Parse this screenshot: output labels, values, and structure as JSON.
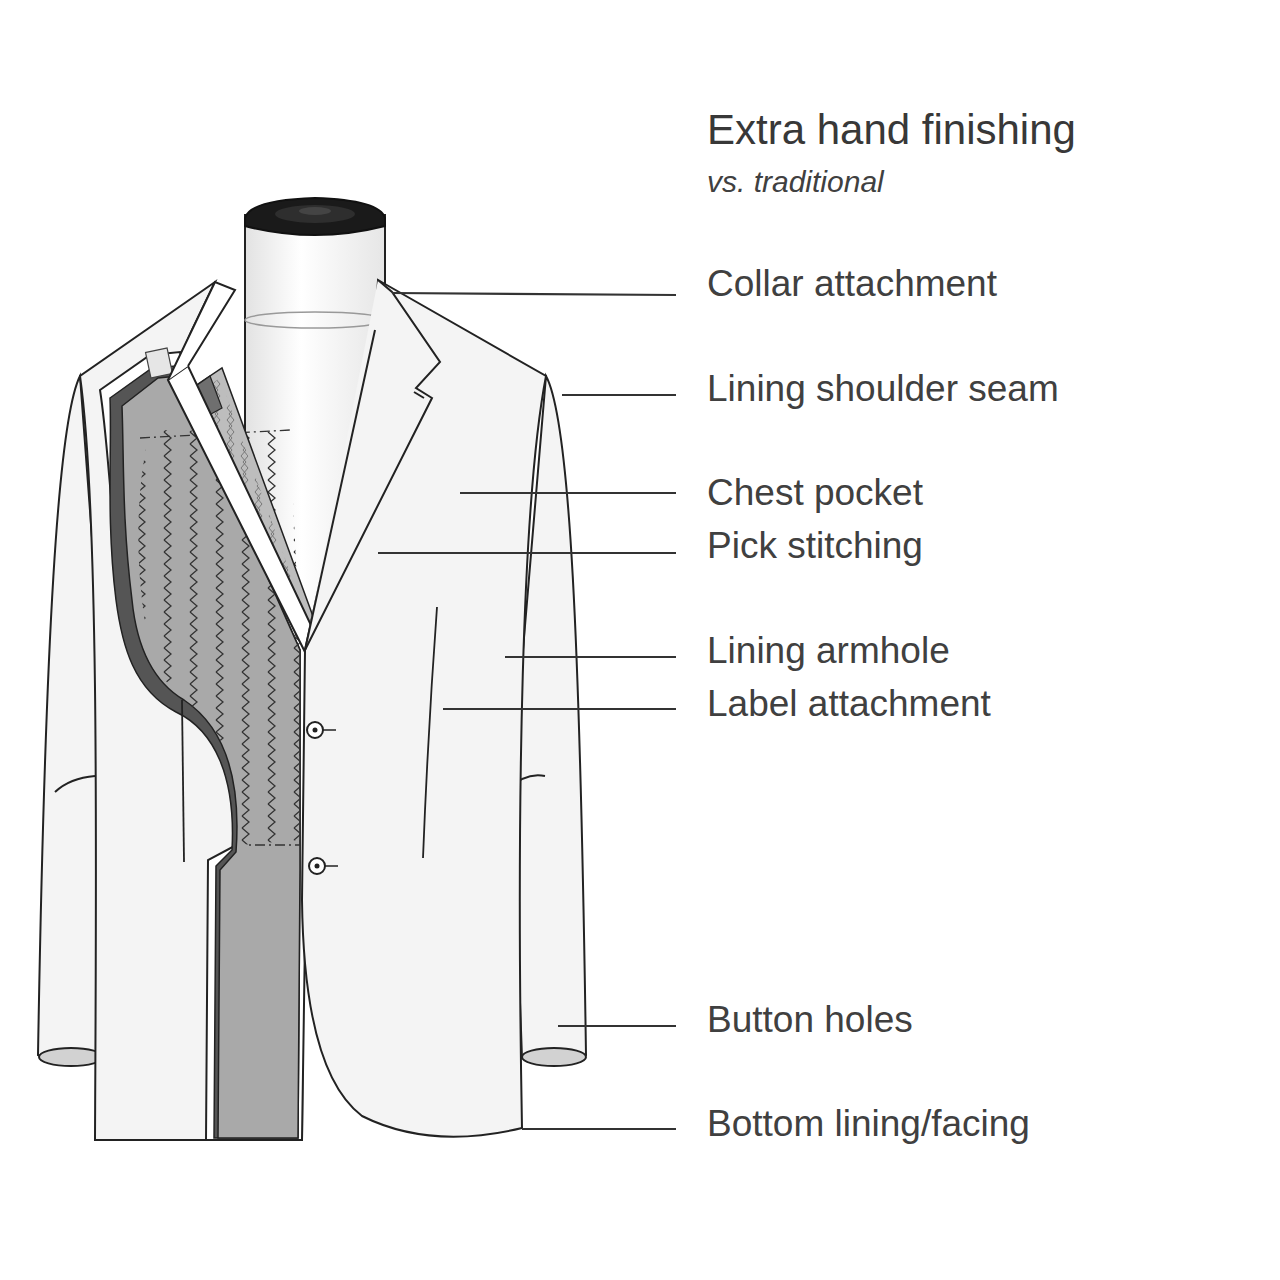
{
  "diagram": {
    "title": "Extra hand finishing",
    "labels": [
      "vs. traditional",
      "Collar attachment",
      "Lining shoulder seam",
      "Chest pocket",
      "Pick stitching",
      "Lining armhole",
      "Label attachment",
      "Button holes",
      "Bottom lining/facing"
    ]
  }
}
